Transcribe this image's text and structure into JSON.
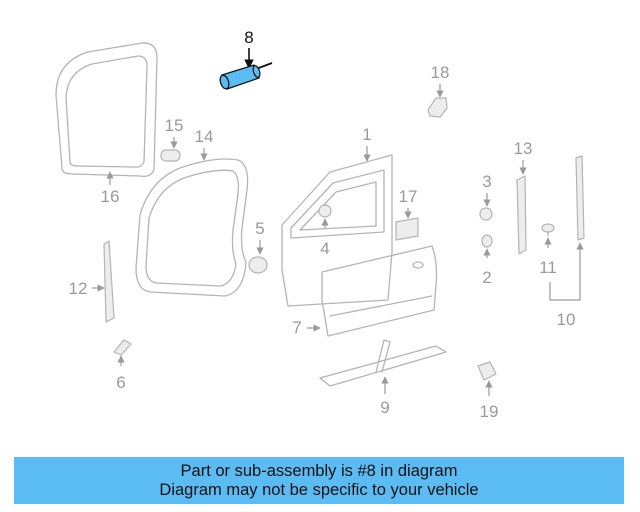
{
  "diagram": {
    "highlighted_part": "8",
    "highlight_color": "#5bbcf3",
    "parts": [
      "1",
      "2",
      "3",
      "4",
      "5",
      "6",
      "7",
      "8",
      "9",
      "10",
      "11",
      "12",
      "13",
      "14",
      "15",
      "16",
      "17",
      "18",
      "19"
    ]
  },
  "banner": {
    "line1": "Part or sub-assembly is #8 in diagram",
    "line2": "Diagram may not be specific to your vehicle",
    "background": "#5bbcf3"
  }
}
